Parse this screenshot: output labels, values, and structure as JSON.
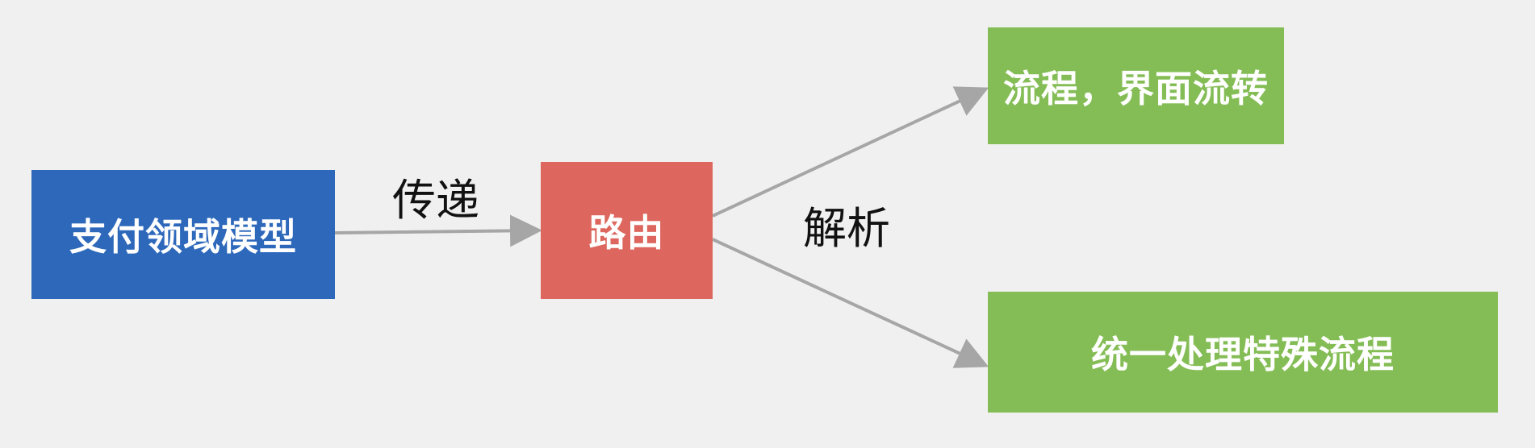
{
  "nodes": {
    "payment_model": "支付领域模型",
    "router": "路由",
    "flow_ui": "流程，界面流转",
    "special_flow": "统一处理特殊流程"
  },
  "edges": {
    "pass_label": "传递",
    "parse_label": "解析"
  },
  "colors": {
    "background": "#f0f0f0",
    "payment_model": "#2d68bb",
    "router": "#dd675e",
    "outputs": "#84bd55",
    "arrow": "#a6a6a6"
  }
}
